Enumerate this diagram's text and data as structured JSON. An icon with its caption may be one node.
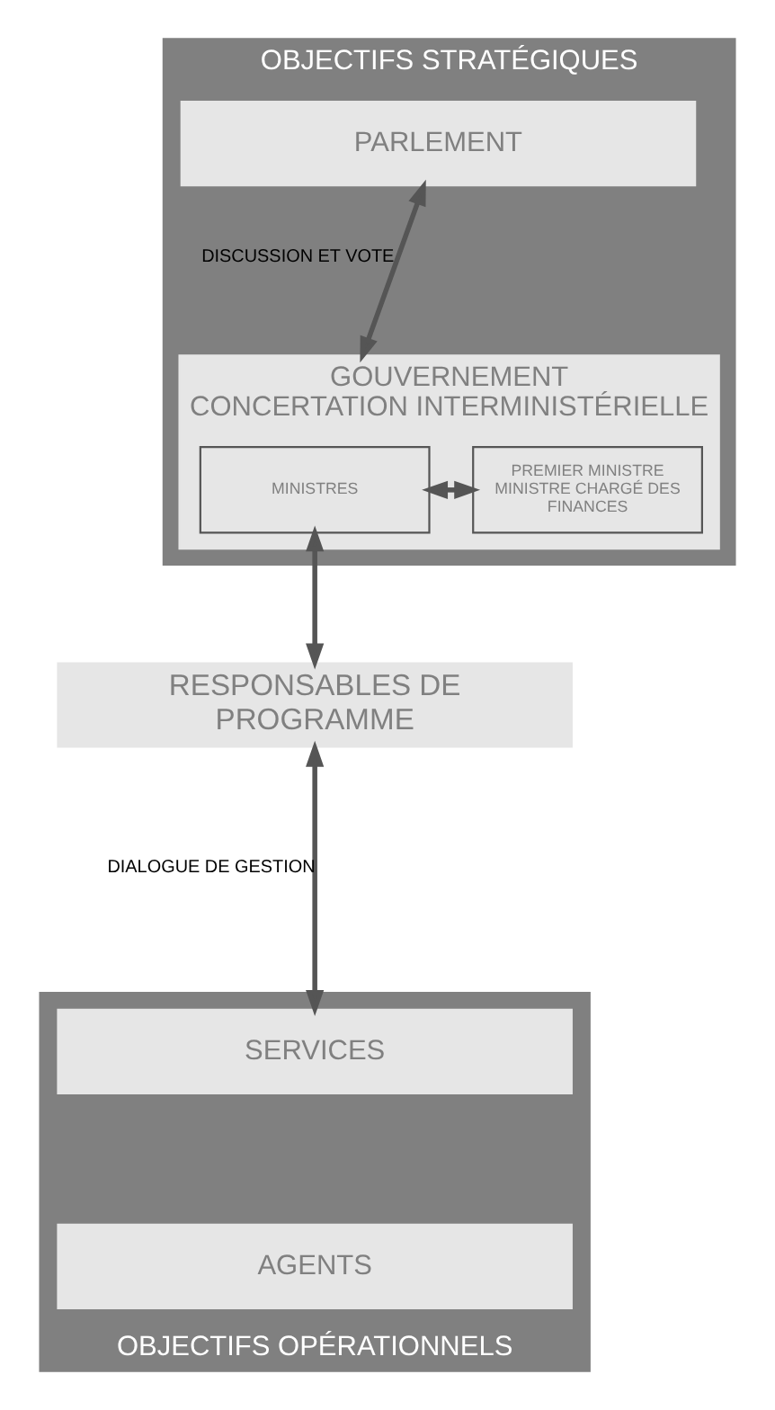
{
  "diagram": {
    "nodes": [
      {
        "text": [
          "OBJECTIFS STRATÉGIQUES"
        ]
      },
      {
        "text": [
          "PARLEMENT"
        ],
        "in": 0
      },
      {
        "text": [
          "GOUVERNEMENT",
          "CONCERTATION INTERMINISTÉRIELLE"
        ],
        "in": 0
      },
      {
        "text": [
          "PREMIER MINISTRE MINISTRE CHARGÉ DES FINANCES"
        ],
        "in": 2
      },
      {
        "text": [
          "MINISTRES"
        ],
        "in": 2
      },
      {
        "text": [
          "RESPONSABLES DE PROGRAMME"
        ]
      },
      {
        "text": [
          "OBJECTIFS OPÉRATIONNELS"
        ]
      },
      {
        "text": [
          "SERVICES"
        ],
        "in": 6
      },
      {
        "text": [
          "AGENTS"
        ],
        "in": 6
      }
    ],
    "edges": [
      {
        "from": 1,
        "to": 2,
        "arrow": "both",
        "label": "DISCUSSION ET VOTE"
      },
      {
        "from": 3,
        "to": 4,
        "arrow": "both"
      },
      {
        "from": 4,
        "to": 5,
        "arrow": "both"
      },
      {
        "from": 5,
        "to": 7,
        "arrow": "both",
        "label": "DIALOGUE DE GESTION"
      }
    ]
  }
}
